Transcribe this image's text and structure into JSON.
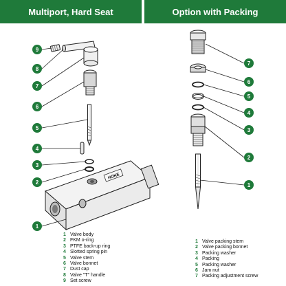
{
  "header": {
    "left_title": "Multiport, Hard Seat",
    "right_title": "Option with Packing"
  },
  "colors": {
    "accent": "#1f7a3a",
    "part_fill": "#eeeeee",
    "outline": "#222222"
  },
  "left_callouts": [
    "9",
    "8",
    "7",
    "6",
    "5",
    "4",
    "3",
    "2",
    "1"
  ],
  "right_callouts": [
    "7",
    "6",
    "5",
    "4",
    "3",
    "2",
    "1"
  ],
  "body_stamp": "HOKE",
  "left_legend": [
    {
      "num": "1",
      "label": "Valve body"
    },
    {
      "num": "2",
      "label": "FKM o-ring"
    },
    {
      "num": "3",
      "label": "PTFE back-up ring"
    },
    {
      "num": "4",
      "label": "Slotted spring pin"
    },
    {
      "num": "5",
      "label": "Valve stem"
    },
    {
      "num": "6",
      "label": "Valve bonnet"
    },
    {
      "num": "7",
      "label": "Dust cap"
    },
    {
      "num": "8",
      "label": "Valve \"T\" handle"
    },
    {
      "num": "9",
      "label": "Set screw"
    }
  ],
  "right_legend": [
    {
      "num": "1",
      "label": "Valve packing stem"
    },
    {
      "num": "2",
      "label": "Valve packing bonnet"
    },
    {
      "num": "3",
      "label": "Packing washer"
    },
    {
      "num": "4",
      "label": "Packing"
    },
    {
      "num": "5",
      "label": "Packing washer"
    },
    {
      "num": "6",
      "label": "Jam nut"
    },
    {
      "num": "7",
      "label": "Packing adjustment screw"
    }
  ]
}
